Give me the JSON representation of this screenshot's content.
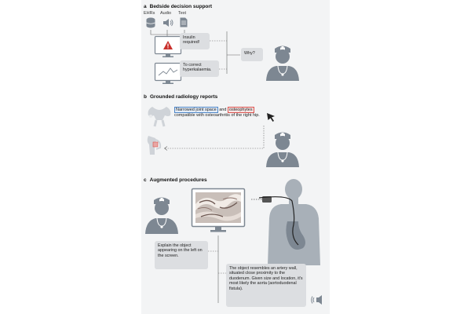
{
  "panel_a": {
    "letter": "a",
    "title": "Bedside decision support",
    "inputs": [
      "EHRs",
      "Audio",
      "Text"
    ],
    "alert_bubble": "Insulin required!",
    "reason_bubble": "To correct hyperkalaemia.",
    "question_bubble": "Why?"
  },
  "panel_b": {
    "letter": "b",
    "title": "Grounded radiology reports",
    "report_term1": "Narrowed joint space",
    "report_and": " and ",
    "report_term2": "osteophytes",
    "report_rest": " compatible with osteoarthritis of the right hip."
  },
  "panel_c": {
    "letter": "c",
    "title": "Augmented procedures",
    "question_bubble": "Explain the object appearing on the left on the screen.",
    "answer_bubble": "The object resembles an artery wall, situated close proximity to the duodenum. Given size and location, it's most likely the aorta (aortoduodenal fistula)."
  },
  "colors": {
    "panel_bg": "#f3f4f5",
    "figure": "#7d8792",
    "bubble": "#dcdee1",
    "alert_red": "#c9302c",
    "highlight_blue": "#4f86c6",
    "highlight_red": "#d9534f"
  }
}
